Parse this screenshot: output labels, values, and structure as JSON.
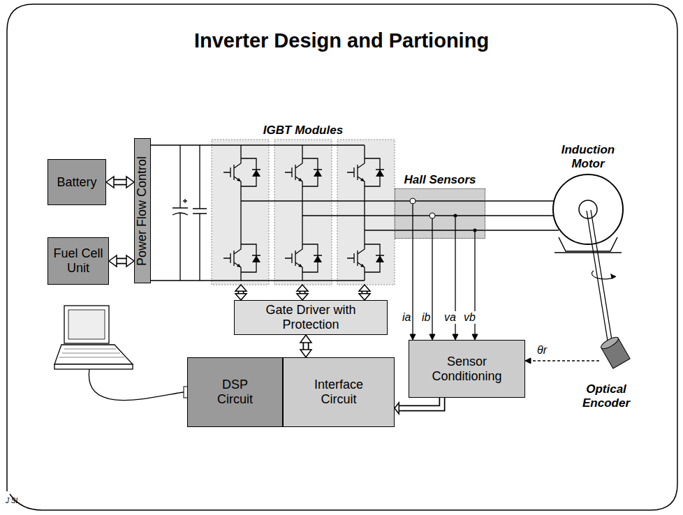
{
  "diagram": {
    "title": "Inverter Design and Partioning",
    "nodes": [
      {
        "text": [
          "Battery"
        ]
      },
      {
        "text": [
          "Fuel Cell Unit"
        ]
      },
      {
        "text": [
          "Power Flow Control"
        ]
      },
      {
        "text": [
          "IGBT Modules"
        ]
      },
      {
        "text": [
          "Hall Sensors"
        ]
      },
      {
        "text": [
          "Induction Motor"
        ]
      },
      {
        "text": [
          "Gate Driver with Protection"
        ]
      },
      {
        "text": [
          "Sensor Conditioning"
        ]
      },
      {
        "text": [
          "Optical Encoder"
        ]
      },
      {
        "text": [
          "DSP Circuit"
        ]
      },
      {
        "text": [
          "Interface Circuit"
        ]
      }
    ],
    "edges": [
      {
        "from": 0,
        "to": 2,
        "arrow": "both"
      },
      {
        "from": 1,
        "to": 2,
        "arrow": "both"
      },
      {
        "from": 3,
        "to": 6,
        "arrow": "both"
      },
      {
        "from": 4,
        "to": 7,
        "label": "ia",
        "arrow": "to"
      },
      {
        "from": 4,
        "to": 7,
        "label": "ib",
        "arrow": "to"
      },
      {
        "from": 4,
        "to": 7,
        "label": "va",
        "arrow": "to"
      },
      {
        "from": 4,
        "to": 7,
        "label": "vb",
        "arrow": "to"
      },
      {
        "from": 8,
        "to": 7,
        "label": "θr",
        "arrow": "to"
      },
      {
        "from": 6,
        "to": 10,
        "arrow": "both"
      },
      {
        "from": 7,
        "to": 10,
        "arrow": "to"
      }
    ],
    "labels": [
      "J SL"
    ]
  }
}
